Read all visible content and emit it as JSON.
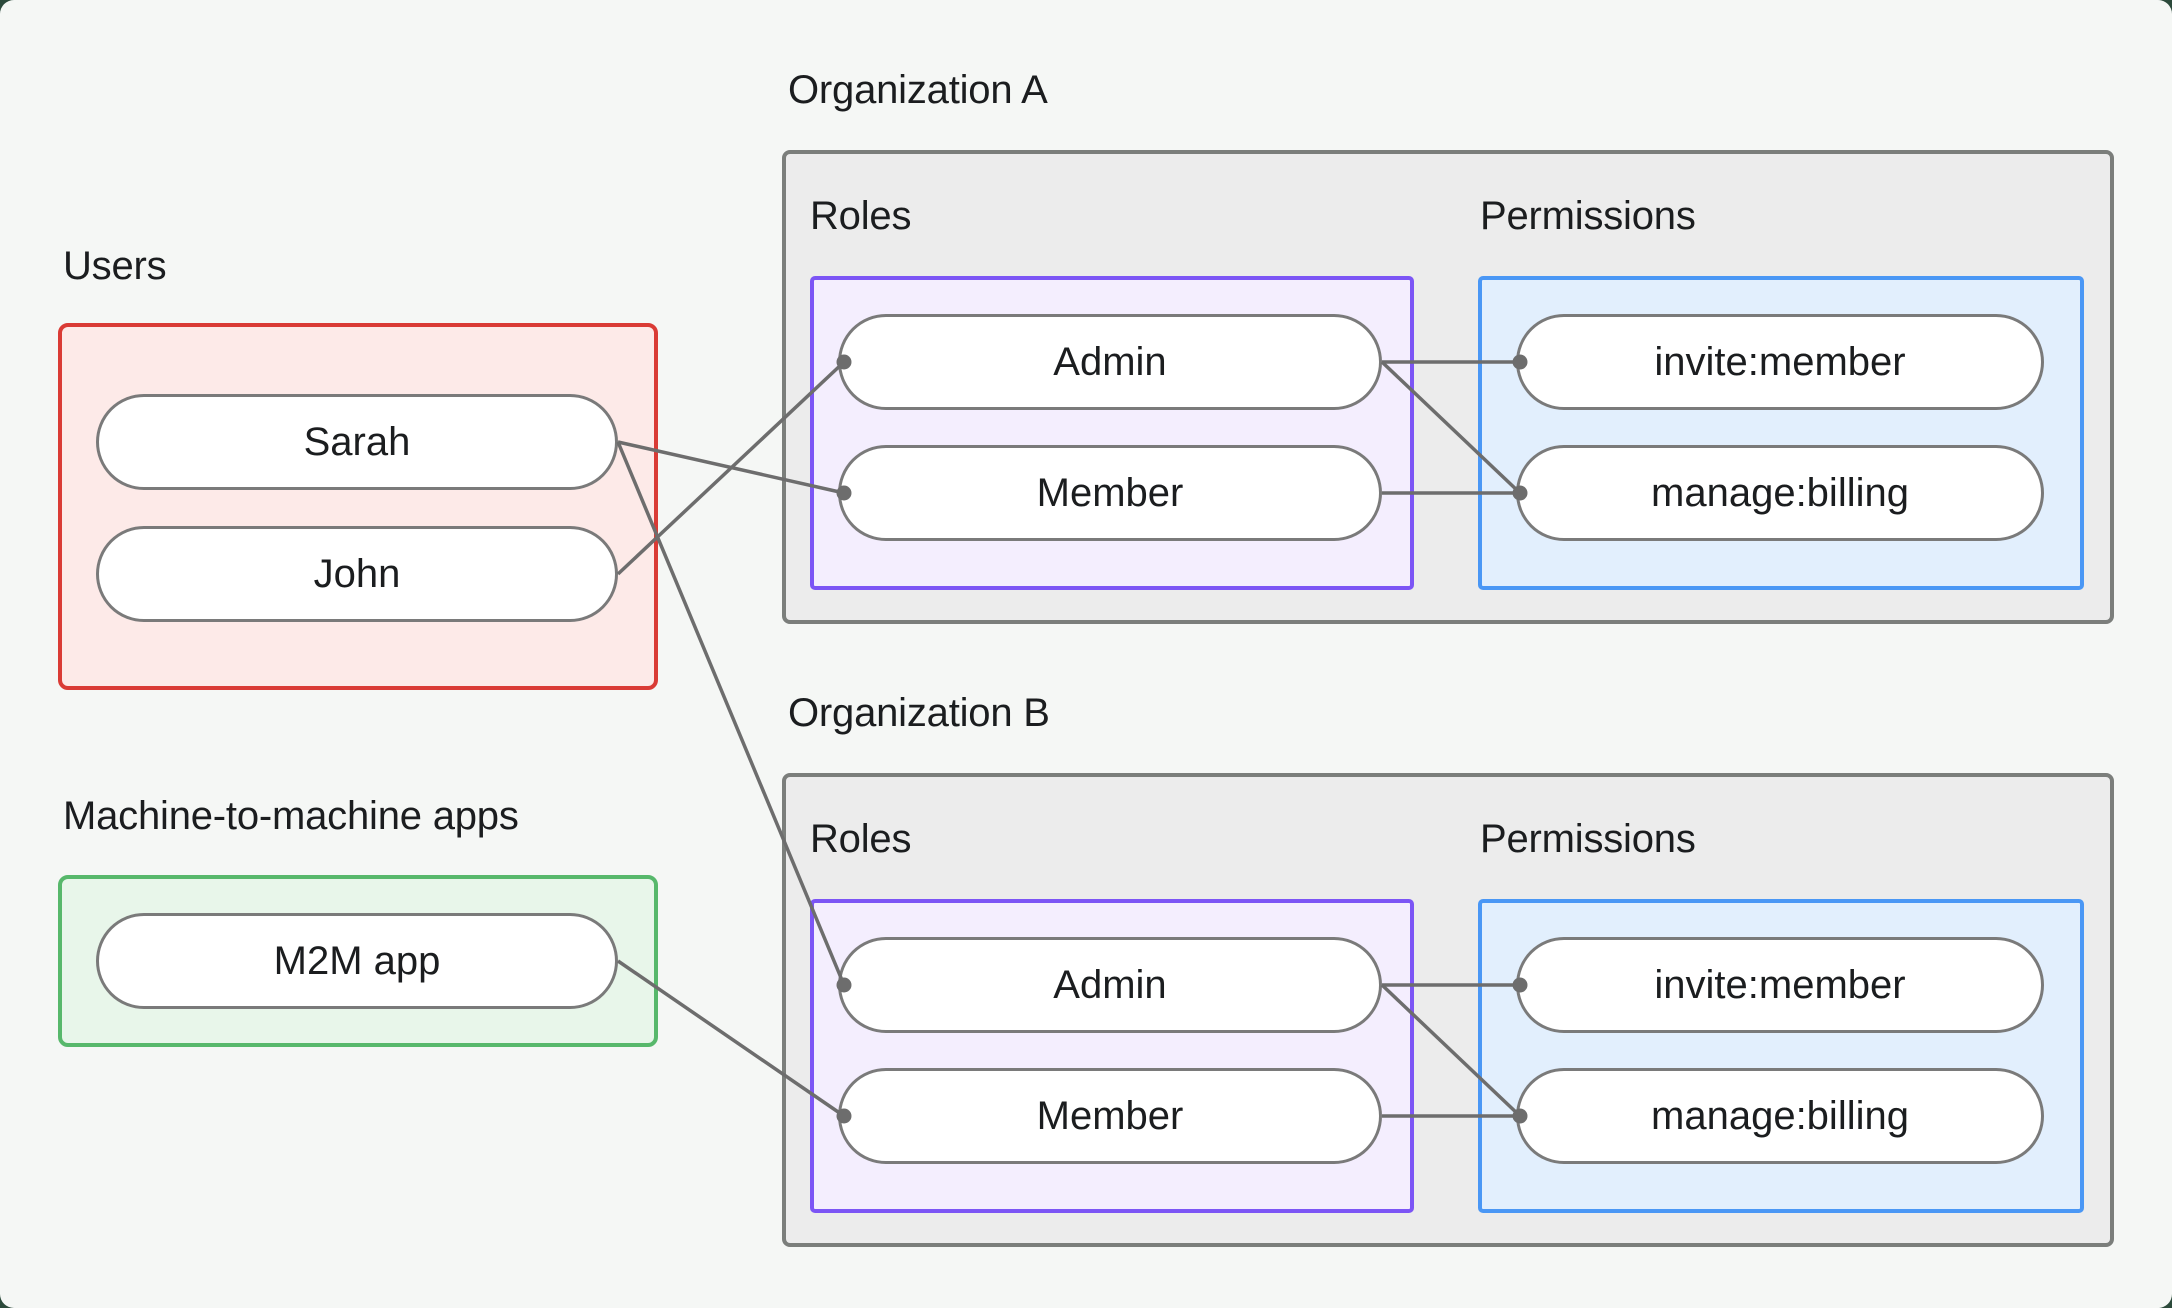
{
  "page": {
    "background": "#f5f7f5",
    "backdrop": "#2c4a3b"
  },
  "palette": {
    "users_border": "#da3b35",
    "users_fill": "#fdeae8",
    "m2m_border": "#57b86b",
    "m2m_fill": "#e8f6ea",
    "roles_border": "#7c55f5",
    "roles_fill": "#f4eefe",
    "permissions_border": "#4a97f5",
    "permissions_fill": "#e2effd",
    "org_border": "#7b7e7b",
    "org_fill": "#ececec",
    "pill_border": "#7a7a7a",
    "pill_fill": "#ffffff",
    "edge_line": "#6d6d6d",
    "text": "#1b1d1f"
  },
  "users": {
    "label": "Users",
    "items": [
      "Sarah",
      "John"
    ]
  },
  "m2m": {
    "label": "Machine-to-machine apps",
    "items": [
      "M2M app"
    ]
  },
  "orgs": [
    {
      "title": "Organization A",
      "roles_label": "Roles",
      "permissions_label": "Permissions",
      "roles": [
        "Admin",
        "Member"
      ],
      "permissions": [
        "invite:member",
        "manage:billing"
      ]
    },
    {
      "title": "Organization B",
      "roles_label": "Roles",
      "permissions_label": "Permissions",
      "roles": [
        "Admin",
        "Member"
      ],
      "permissions": [
        "invite:member",
        "manage:billing"
      ]
    }
  ],
  "edges": [
    {
      "from": "Sarah",
      "to": "Organization A / Member"
    },
    {
      "from": "John",
      "to": "Organization A / Admin"
    },
    {
      "from": "Sarah",
      "to": "Organization B / Admin"
    },
    {
      "from": "M2M app",
      "to": "Organization B / Member"
    },
    {
      "from": "Organization A / Admin",
      "to": "Organization A / invite:member"
    },
    {
      "from": "Organization A / Admin",
      "to": "Organization A / manage:billing"
    },
    {
      "from": "Organization A / Member",
      "to": "Organization A / manage:billing"
    },
    {
      "from": "Organization B / Admin",
      "to": "Organization B / invite:member"
    },
    {
      "from": "Organization B / Admin",
      "to": "Organization B / manage:billing"
    },
    {
      "from": "Organization B / Member",
      "to": "Organization B / manage:billing"
    }
  ]
}
